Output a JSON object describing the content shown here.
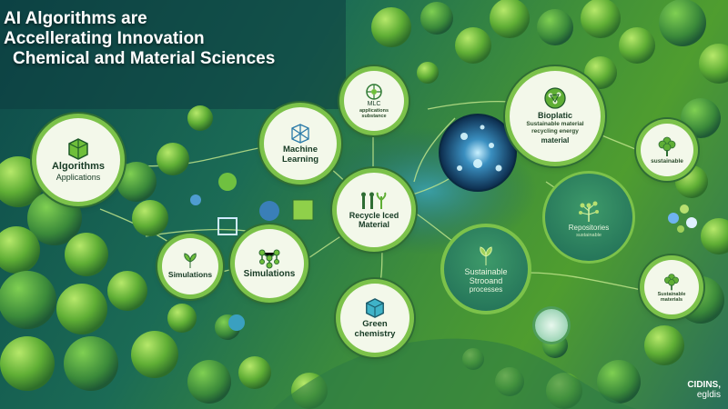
{
  "title": {
    "line1": "AI Algorithms are",
    "line2": "Accellerating Innovation",
    "line3": "Chemical and Material Sciences"
  },
  "nodes": {
    "algorithms": {
      "label": "Algorithms",
      "sub": "Applications",
      "icon": "cube-icon"
    },
    "machine_learning": {
      "label": "Machine Learning",
      "icon": "crystal-lattice-icon"
    },
    "mlc": {
      "label": "MLC",
      "sub": "applications\nsubstance",
      "icon": "circuit-icon"
    },
    "recycled": {
      "label": "Recycle Iced Material",
      "icon": "people-plants-icon"
    },
    "simulations_small": {
      "label": "Simulations",
      "icon": "plant-icon"
    },
    "simulations": {
      "label": "Simulations",
      "icon": "molecule-icon"
    },
    "green_chemistry": {
      "label": "Green chemistry",
      "icon": "cube-icon"
    },
    "bioplastic": {
      "label": "Bioplatic",
      "sub": "Sustainable material\nrecycling energy",
      "sub2": "material",
      "icon": "leaf-molecule-icon"
    },
    "sustainable": {
      "label": "Sustainable Strooand",
      "sub": "processes",
      "icon": "leaf-icon"
    },
    "repositories": {
      "label": "Repositories",
      "sub": "sustainable",
      "icon": "plant-icon"
    },
    "top_right_tree": {
      "sub": "sustainable",
      "icon": "tree-icon"
    },
    "bottom_right_tree": {
      "sub": "Sustainable\nmaterials",
      "icon": "tree-icon"
    }
  },
  "corner": {
    "line1": "CIDINS,",
    "line2": "egldis"
  },
  "colors": {
    "accent": "#7cc24a",
    "dark": "#0d4a4a",
    "node_bg": "#f3f8ea"
  }
}
